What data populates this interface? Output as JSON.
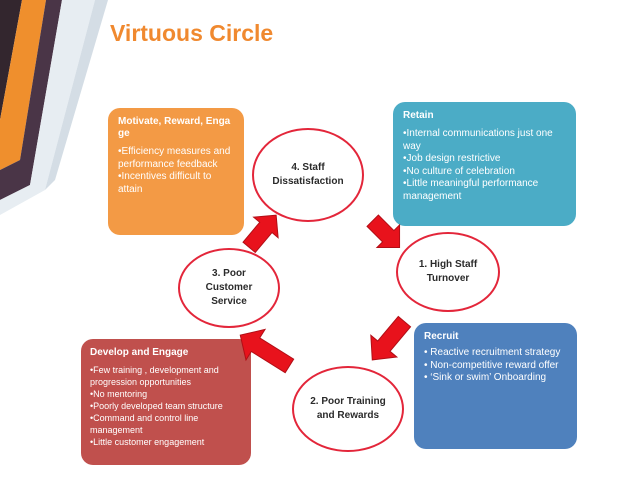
{
  "title": "Virtuous Circle",
  "colors": {
    "orange": "#f39a45",
    "teal": "#4bacc6",
    "blue": "#4f81bd",
    "red": "#c0504d",
    "circle_border": "#e3263a",
    "arrow": "#e8121c",
    "title": "#f0892f"
  },
  "boxes": {
    "motivate": {
      "heading": "Motivate, Reward, Enga\nge",
      "items": [
        "•Efficiency measures and performance feedback",
        "•Incentives difficult to attain"
      ]
    },
    "retain": {
      "heading": "Retain",
      "items": [
        "•Internal communications just one way",
        "•Job design restrictive",
        "•No culture of celebration",
        "•Little meaningful performance management"
      ]
    },
    "recruit": {
      "heading": "Recruit",
      "items": [
        "•  Reactive recruitment strategy",
        "•  Non-competitive reward offer",
        "•  ‘Sink or swim’ Onboarding"
      ]
    },
    "develop": {
      "heading": "Develop and Engage",
      "items": [
        "•Few training , development and progression opportunities",
        "•No mentoring",
        "•Poorly developed team structure",
        "•Command and control line management",
        "•Little customer engagement"
      ]
    }
  },
  "circles": {
    "c1": "1. High Staff\nTurnover",
    "c2": "2. Poor Training\nand Rewards",
    "c3": "3. Poor\nCustomer\nService",
    "c4": "4. Staff\nDissatisfaction"
  }
}
